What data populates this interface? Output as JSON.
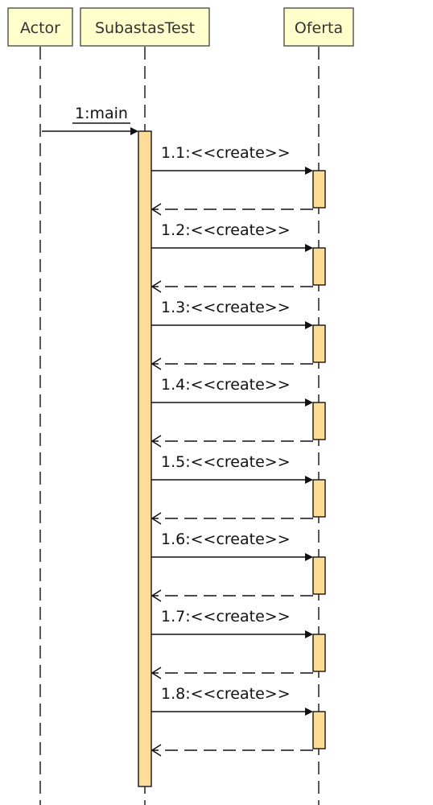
{
  "participants": [
    {
      "id": "actor",
      "label": "Actor"
    },
    {
      "id": "subastas",
      "label": "SubastasTest"
    },
    {
      "id": "oferta",
      "label": "Oferta"
    }
  ],
  "messages": [
    {
      "label": "1:main",
      "from": "Actor",
      "to": "SubastasTest"
    },
    {
      "label": "1.1:<<create>>",
      "from": "SubastasTest",
      "to": "Oferta"
    },
    {
      "label": "1.2:<<create>>",
      "from": "SubastasTest",
      "to": "Oferta"
    },
    {
      "label": "1.3:<<create>>",
      "from": "SubastasTest",
      "to": "Oferta"
    },
    {
      "label": "1.4:<<create>>",
      "from": "SubastasTest",
      "to": "Oferta"
    },
    {
      "label": "1.5:<<create>>",
      "from": "SubastasTest",
      "to": "Oferta"
    },
    {
      "label": "1.6:<<create>>",
      "from": "SubastasTest",
      "to": "Oferta"
    },
    {
      "label": "1.7:<<create>>",
      "from": "SubastasTest",
      "to": "Oferta"
    },
    {
      "label": "1.8:<<create>>",
      "from": "SubastasTest",
      "to": "Oferta"
    }
  ],
  "colors": {
    "participant_fill": "#ffffcc",
    "activation_fill": "#ffdd99",
    "line": "#111111"
  }
}
